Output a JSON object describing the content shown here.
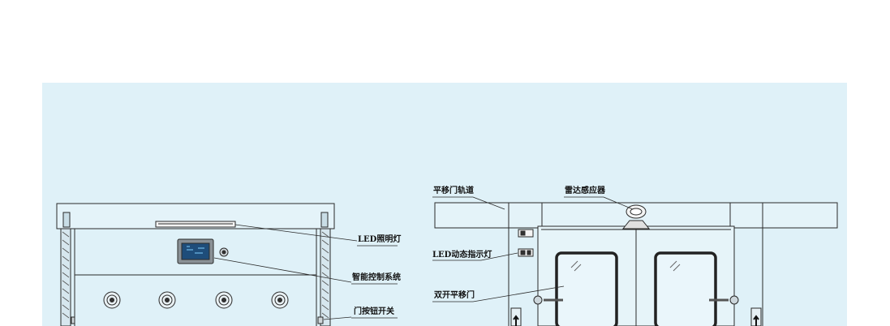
{
  "labels": {
    "led_light": "LED照明灯",
    "smart_control": "智能控制系统",
    "door_button": "门按钮开关",
    "track": "平移门轨道",
    "radar": "雷达感应器",
    "led_indicator": "LED动态指示灯",
    "sliding_door": "双开平移门"
  },
  "colors": {
    "panel_bg": "#dff1f8",
    "line": "#2a2a2a",
    "screen": "#1e4d7a",
    "door_frame": "#222222"
  }
}
